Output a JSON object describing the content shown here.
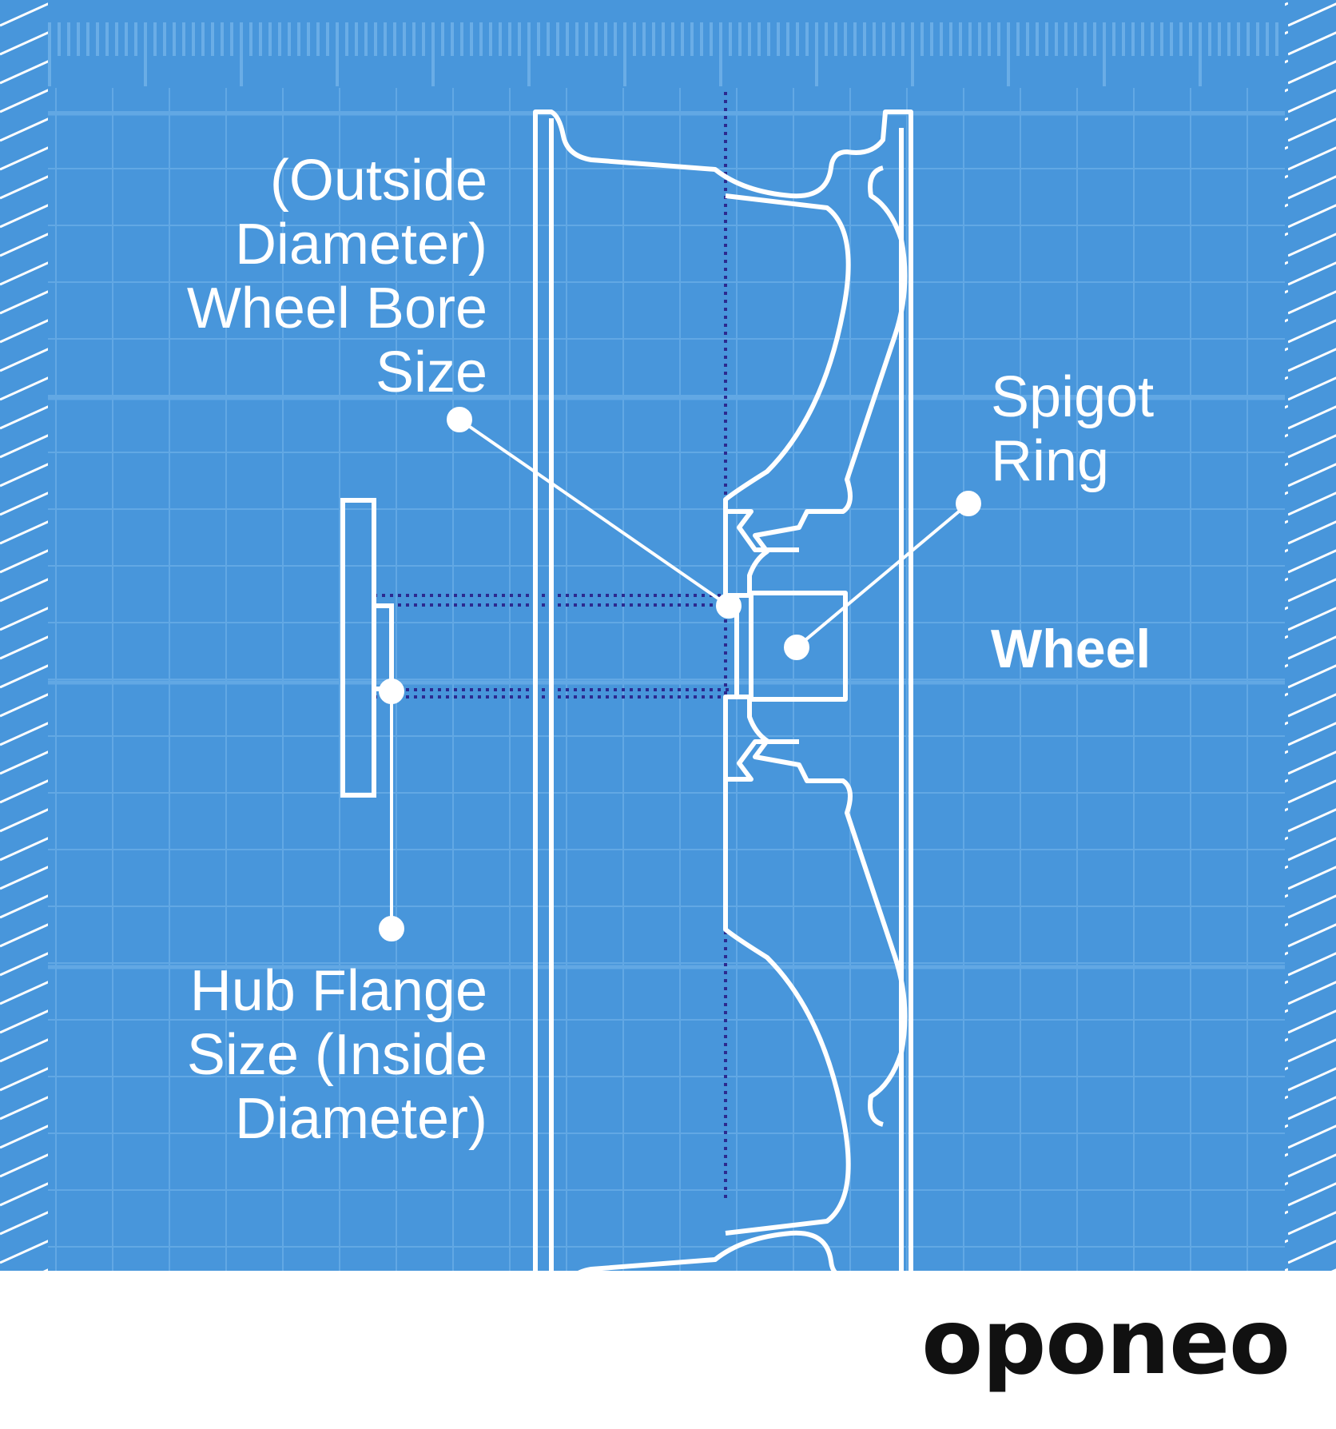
{
  "labels": {
    "wheel_bore": [
      "(Outside",
      "Diameter)",
      "Wheel Bore",
      "Size"
    ],
    "hub_flange": [
      "Hub Flange",
      "Size (Inside",
      "Diameter)"
    ],
    "spigot_ring": [
      "Spigot",
      "Ring"
    ],
    "wheel": "Wheel"
  },
  "logo": "oponeo",
  "colors": {
    "background_blue": "#4896db",
    "grid_light": "#5ea5e2",
    "outline": "#ffffff",
    "dotted_line": "#2c2a8f",
    "logo": "#111111"
  }
}
